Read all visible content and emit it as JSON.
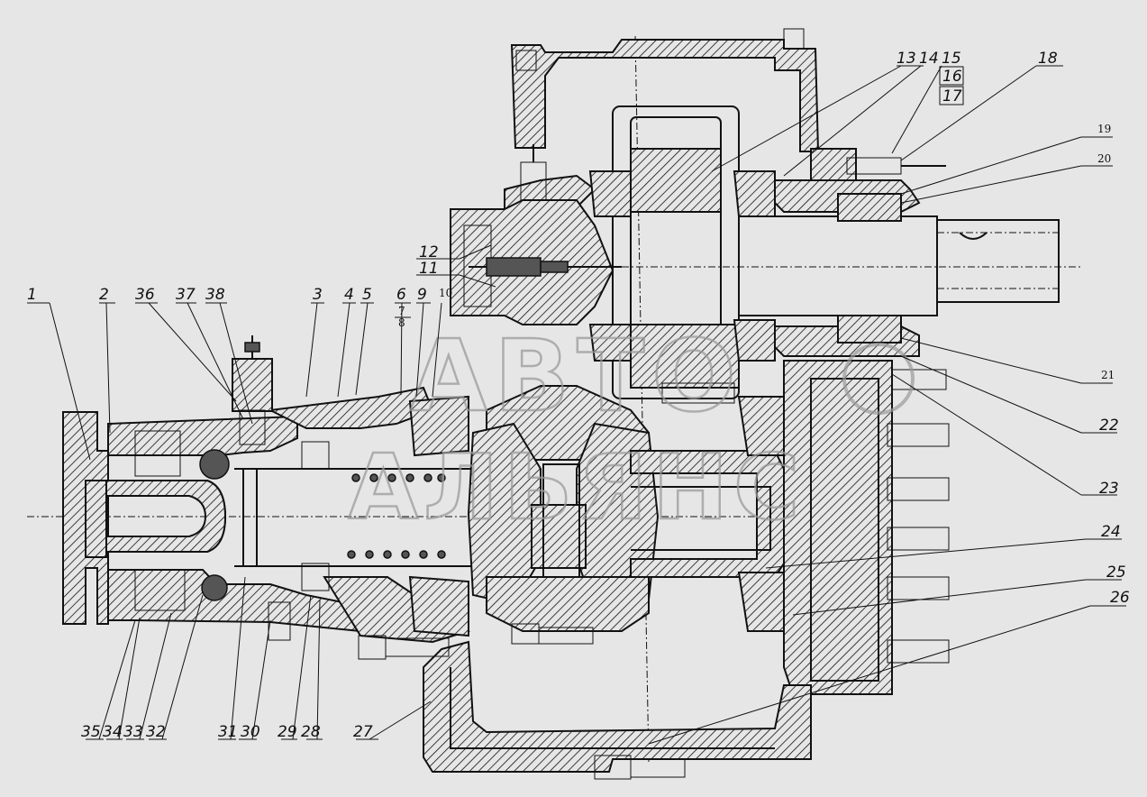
{
  "figure": {
    "callouts": [
      {
        "id": "c1",
        "text": "1"
      },
      {
        "id": "c2",
        "text": "2"
      },
      {
        "id": "c36",
        "text": "36"
      },
      {
        "id": "c37",
        "text": "37"
      },
      {
        "id": "c38",
        "text": "38"
      },
      {
        "id": "c3",
        "text": "3"
      },
      {
        "id": "c4",
        "text": "4"
      },
      {
        "id": "c5",
        "text": "5"
      },
      {
        "id": "c6",
        "text": "6"
      },
      {
        "id": "c7",
        "text": "7"
      },
      {
        "id": "c8",
        "text": "8"
      },
      {
        "id": "c9",
        "text": "9"
      },
      {
        "id": "c10",
        "text": "10"
      },
      {
        "id": "c11",
        "text": "11"
      },
      {
        "id": "c12",
        "text": "12"
      },
      {
        "id": "c13",
        "text": "13"
      },
      {
        "id": "c14",
        "text": "14"
      },
      {
        "id": "c15",
        "text": "15"
      },
      {
        "id": "c16",
        "text": "16"
      },
      {
        "id": "c17",
        "text": "17"
      },
      {
        "id": "c18",
        "text": "18"
      },
      {
        "id": "c19",
        "text": "19"
      },
      {
        "id": "c20",
        "text": "20"
      },
      {
        "id": "c21",
        "text": "21"
      },
      {
        "id": "c22",
        "text": "22"
      },
      {
        "id": "c23",
        "text": "23"
      },
      {
        "id": "c24",
        "text": "24"
      },
      {
        "id": "c25",
        "text": "25"
      },
      {
        "id": "c26",
        "text": "26"
      },
      {
        "id": "c27",
        "text": "27"
      },
      {
        "id": "c28",
        "text": "28"
      },
      {
        "id": "c29",
        "text": "29"
      },
      {
        "id": "c30",
        "text": "30"
      },
      {
        "id": "c31",
        "text": "31"
      },
      {
        "id": "c32",
        "text": "32"
      },
      {
        "id": "c33",
        "text": "33"
      },
      {
        "id": "c34",
        "text": "34"
      },
      {
        "id": "c35",
        "text": "35"
      }
    ],
    "watermark": {
      "line1": "АВТО",
      "line2": "АЛЬЯНС"
    },
    "colors": {
      "background": "#e6e6e6",
      "ink": "#111111",
      "watermark": "#9a9a9a"
    }
  }
}
